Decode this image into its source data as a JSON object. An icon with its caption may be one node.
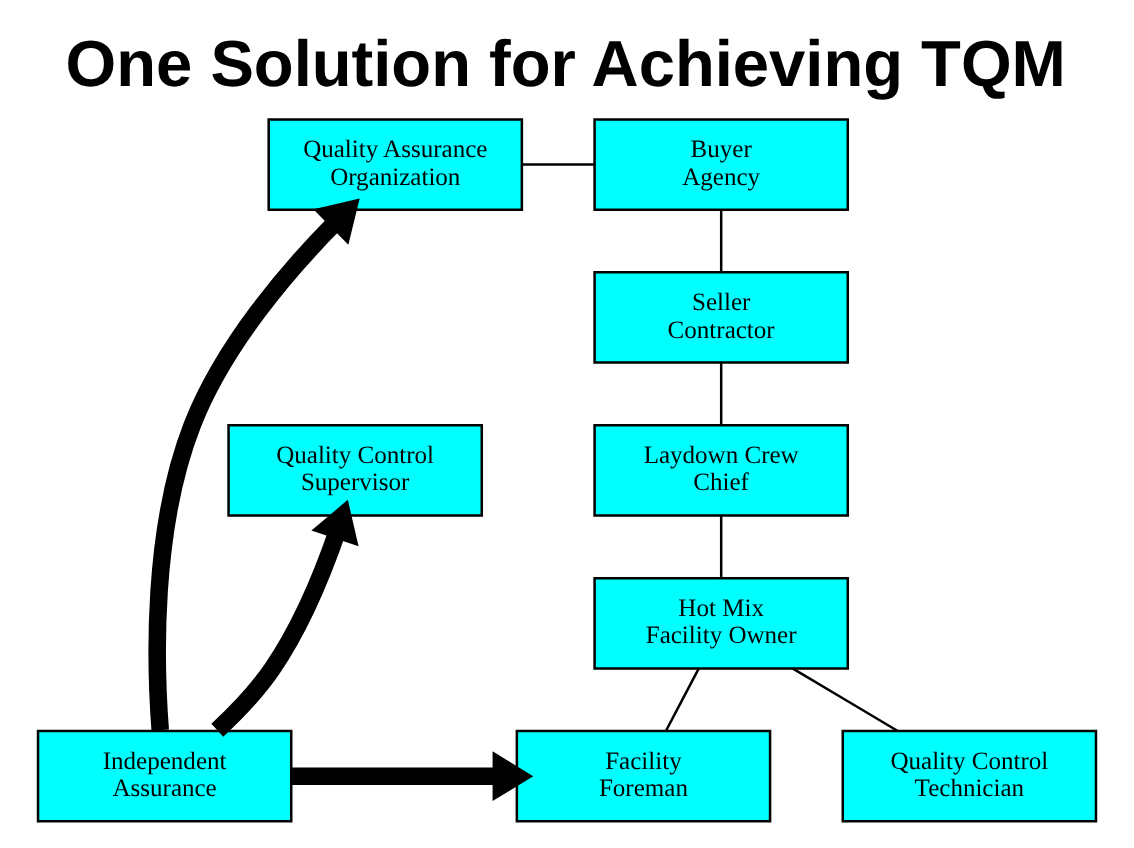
{
  "diagram": {
    "title": "One Solution for Achieving TQM",
    "nodes": [
      {
        "text": [
          "Quality Assurance Organization"
        ]
      },
      {
        "text": [
          "Buyer Agency"
        ]
      },
      {
        "text": [
          "Seller Contractor"
        ]
      },
      {
        "text": [
          "Quality Control Supervisor"
        ]
      },
      {
        "text": [
          "Laydown Crew Chief"
        ]
      },
      {
        "text": [
          "Hot Mix Facility Owner"
        ]
      },
      {
        "text": [
          "Facility Foreman"
        ]
      },
      {
        "text": [
          "Quality Control Technician"
        ]
      },
      {
        "text": [
          "Independent Assurance"
        ]
      }
    ],
    "edges": [
      {
        "from": 0,
        "to": 1,
        "arrow": "none"
      },
      {
        "from": 1,
        "to": 2,
        "arrow": "none"
      },
      {
        "from": 2,
        "to": 4,
        "arrow": "none"
      },
      {
        "from": 4,
        "to": 5,
        "arrow": "none"
      },
      {
        "from": 5,
        "to": 6,
        "arrow": "none"
      },
      {
        "from": 5,
        "to": 7,
        "arrow": "none"
      },
      {
        "from": 8,
        "to": 0,
        "arrow": "to",
        "style": "thick"
      },
      {
        "from": 8,
        "to": 3,
        "arrow": "to",
        "style": "thick"
      },
      {
        "from": 8,
        "to": 6,
        "arrow": "to",
        "style": "thick"
      }
    ]
  }
}
